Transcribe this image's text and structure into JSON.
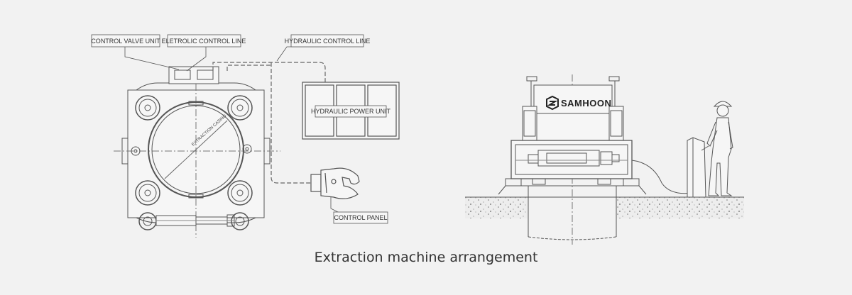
{
  "labels": {
    "control_valve_unit": "CONTROL VALVE UNIT",
    "electric_control_line": "ELETROLIC CONTROL LINE",
    "hydraulic_control_line": "HYDRAULIC CONTROL LINE",
    "hydraulic_power_unit": "HYDRAULIC POWER UNIT",
    "control_panel": "CONTROL PANEL",
    "extraction_casing": "EXTRACTION CASING"
  },
  "brand": {
    "name": "SAMHOON"
  },
  "caption": "Extraction machine arrangement",
  "colors": {
    "background": "#f2f2f2",
    "line": "#555555",
    "caption": "#333333"
  }
}
